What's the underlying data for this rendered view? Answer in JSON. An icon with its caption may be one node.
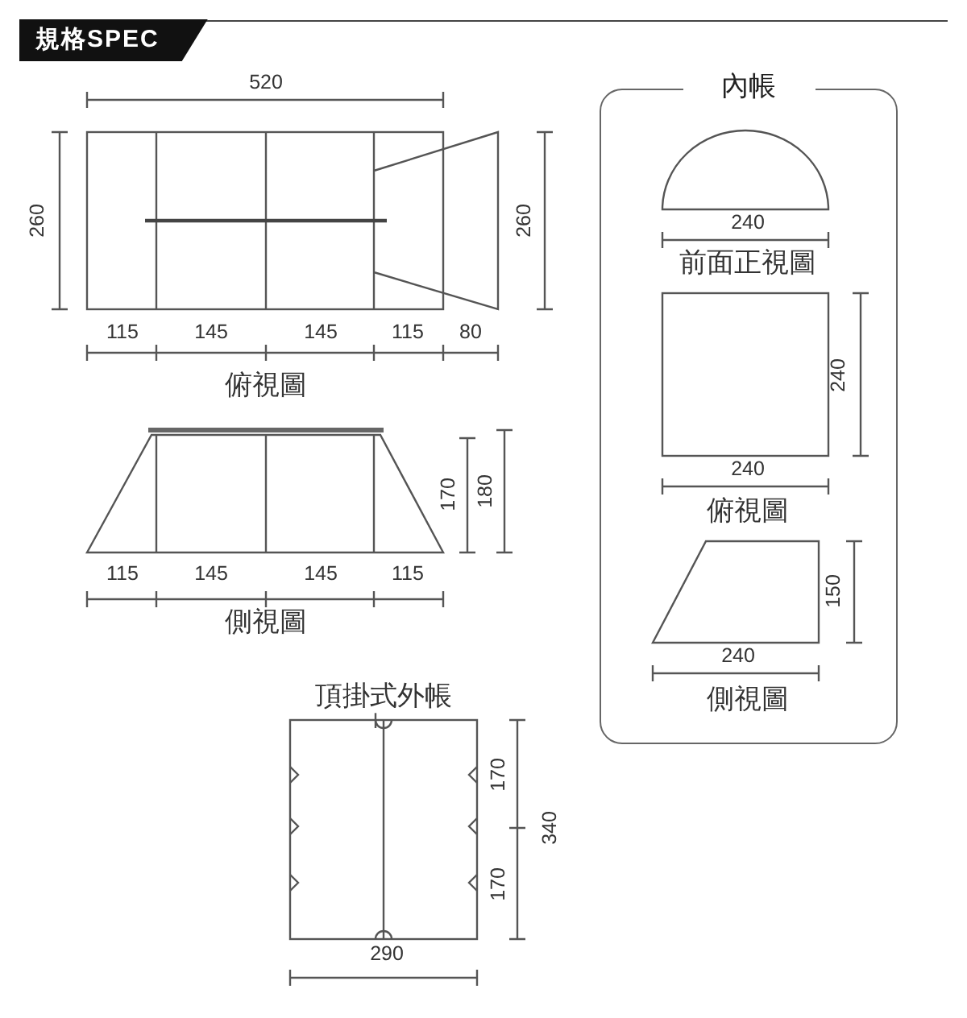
{
  "diagram": {
    "title": "規格SPEC",
    "nodes": [
      {
        "text": [
          "內帳"
        ]
      }
    ],
    "labels": [
      "520",
      "260",
      "260",
      "115",
      "145",
      "145",
      "115",
      "80",
      "俯視圖",
      "170",
      "180",
      "115",
      "145",
      "145",
      "115",
      "側視圖",
      "頂掛式外帳",
      "170",
      "340",
      "170",
      "290",
      "240",
      "前面正視圖",
      "240",
      "240",
      "俯視圖",
      "150",
      "240",
      "側視圖"
    ]
  }
}
